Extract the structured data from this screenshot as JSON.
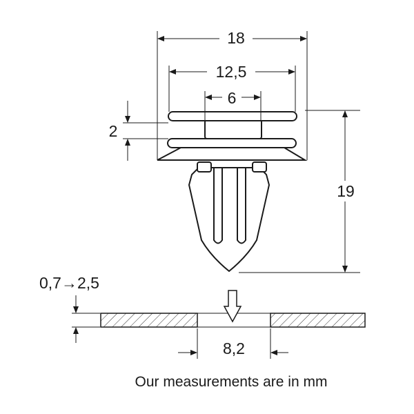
{
  "dimensions": {
    "overall_width": "18",
    "inner_width": "12,5",
    "stem_width": "6",
    "gap_height": "2",
    "total_height": "19",
    "panel_thickness": "0,7→2,5",
    "hole_diameter": "8,2"
  },
  "caption": "Our measurements are in mm",
  "colors": {
    "line": "#1a1a1a",
    "clip_fill": "#ffffff",
    "hatch": "#333333"
  },
  "icons": {
    "insert_arrow": "down-arrow-icon"
  }
}
